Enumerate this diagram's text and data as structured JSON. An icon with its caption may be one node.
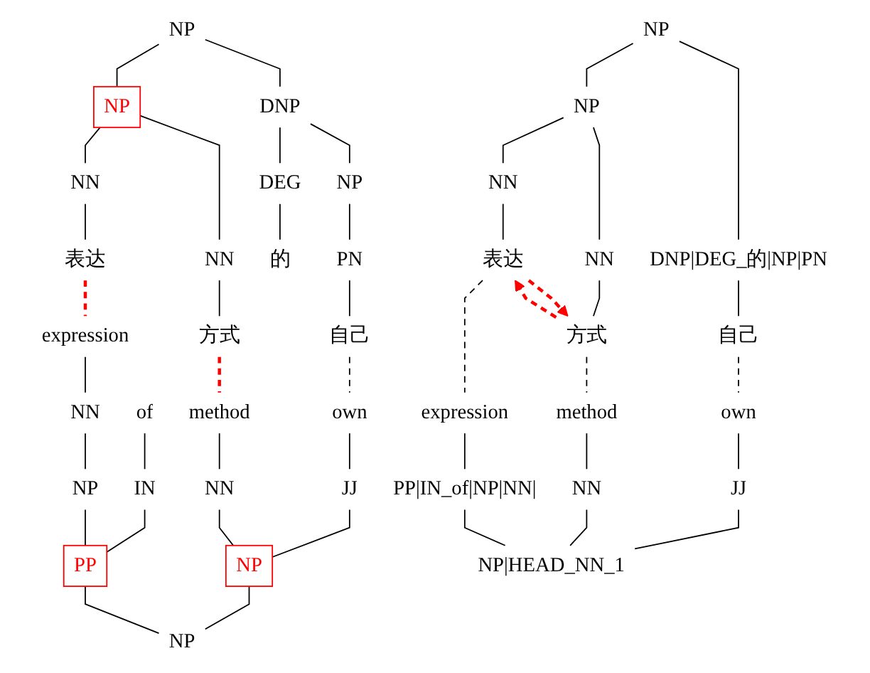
{
  "diagram": {
    "nodes": [
      {
        "text": [
          "NP"
        ]
      },
      {
        "text": [
          "DNP"
        ]
      },
      {
        "text": [
          "NP"
        ]
      },
      {
        "text": [
          "NP"
        ]
      },
      {
        "text": [
          "DEG"
        ]
      },
      {
        "text": [
          "NN"
        ]
      },
      {
        "text": [
          "NN"
        ]
      },
      {
        "text": [
          "PN"
        ]
      },
      {
        "text": [
          "的"
        ]
      },
      {
        "text": [
          "表达"
        ]
      },
      {
        "text": [
          "方式"
        ]
      },
      {
        "text": [
          "自己"
        ]
      },
      {
        "text": [
          "expression"
        ]
      },
      {
        "text": [
          "own"
        ]
      },
      {
        "text": [
          "method"
        ]
      },
      {
        "text": [
          "of"
        ]
      },
      {
        "text": [
          "NN"
        ]
      },
      {
        "text": [
          "JJ"
        ]
      },
      {
        "text": [
          "NN"
        ]
      },
      {
        "text": [
          "IN"
        ]
      },
      {
        "text": [
          "NP"
        ]
      },
      {
        "text": [
          "NP"
        ]
      },
      {
        "text": [
          "PP"
        ]
      },
      {
        "text": [
          "NP"
        ]
      },
      {
        "text": [
          "NP"
        ]
      },
      {
        "text": [
          "DNP|DEG_的|NP|PN"
        ]
      },
      {
        "text": [
          "NP"
        ]
      },
      {
        "text": [
          "自己"
        ]
      },
      {
        "text": [
          "NN"
        ]
      },
      {
        "text": [
          "NN"
        ]
      },
      {
        "text": [
          "表达"
        ]
      },
      {
        "text": [
          "方式"
        ]
      },
      {
        "text": [
          "own"
        ]
      },
      {
        "text": [
          "method"
        ]
      },
      {
        "text": [
          "expression"
        ]
      },
      {
        "text": [
          "JJ"
        ]
      },
      {
        "text": [
          "NN"
        ]
      },
      {
        "text": [
          "PP|IN_of|NP|NN|"
        ]
      },
      {
        "text": [
          "NP|HEAD_NN_1"
        ]
      }
    ],
    "edges": [
      {
        "from": 0,
        "to": 1,
        "arrow": "none"
      },
      {
        "from": 0,
        "to": 2,
        "arrow": "none"
      },
      {
        "from": 1,
        "to": 3,
        "arrow": "none"
      },
      {
        "from": 1,
        "to": 4,
        "arrow": "none"
      },
      {
        "from": 2,
        "to": 5,
        "arrow": "none"
      },
      {
        "from": 2,
        "to": 6,
        "arrow": "none"
      },
      {
        "from": 3,
        "to": 7,
        "arrow": "none"
      },
      {
        "from": 4,
        "to": 8,
        "arrow": "none"
      },
      {
        "from": 5,
        "to": 9,
        "arrow": "none"
      },
      {
        "from": 6,
        "to": 10,
        "arrow": "none"
      },
      {
        "from": 7,
        "to": 11,
        "arrow": "none"
      },
      {
        "from": 11,
        "to": 13,
        "arrow": "none",
        "style": "dashed"
      },
      {
        "from": 10,
        "to": 14,
        "arrow": "none",
        "style": "dashed",
        "color": "#ff0000"
      },
      {
        "from": 9,
        "to": 12,
        "arrow": "none",
        "style": "dashed",
        "color": "#ff0000"
      },
      {
        "from": 12,
        "to": 16,
        "arrow": "none"
      },
      {
        "from": 13,
        "to": 17,
        "arrow": "none"
      },
      {
        "from": 14,
        "to": 18,
        "arrow": "none"
      },
      {
        "from": 15,
        "to": 19,
        "arrow": "none"
      },
      {
        "from": 16,
        "to": 20,
        "arrow": "none"
      },
      {
        "from": 17,
        "to": 21,
        "arrow": "none"
      },
      {
        "from": 18,
        "to": 21,
        "arrow": "none"
      },
      {
        "from": 19,
        "to": 22,
        "arrow": "none"
      },
      {
        "from": 20,
        "to": 22,
        "arrow": "none"
      },
      {
        "from": 21,
        "to": 23,
        "arrow": "none"
      },
      {
        "from": 22,
        "to": 23,
        "arrow": "none"
      },
      {
        "from": 24,
        "to": 25,
        "arrow": "none"
      },
      {
        "from": 24,
        "to": 26,
        "arrow": "none"
      },
      {
        "from": 25,
        "to": 27,
        "arrow": "none"
      },
      {
        "from": 26,
        "to": 28,
        "arrow": "none"
      },
      {
        "from": 26,
        "to": 29,
        "arrow": "none"
      },
      {
        "from": 28,
        "to": 30,
        "arrow": "none"
      },
      {
        "from": 29,
        "to": 31,
        "arrow": "none"
      },
      {
        "from": 27,
        "to": 32,
        "arrow": "none",
        "style": "dashed"
      },
      {
        "from": 31,
        "to": 33,
        "arrow": "none",
        "style": "dashed"
      },
      {
        "from": 30,
        "to": 34,
        "arrow": "none",
        "style": "dashed"
      },
      {
        "from": 30,
        "to": 31,
        "arrow": "to",
        "style": "dashed",
        "color": "#ff0000"
      },
      {
        "from": 31,
        "to": 30,
        "arrow": "to",
        "style": "dashed",
        "color": "#ff0000"
      },
      {
        "from": 32,
        "to": 35,
        "arrow": "none"
      },
      {
        "from": 33,
        "to": 36,
        "arrow": "none"
      },
      {
        "from": 34,
        "to": 37,
        "arrow": "none"
      },
      {
        "from": 35,
        "to": 38,
        "arrow": "none"
      },
      {
        "from": 36,
        "to": 38,
        "arrow": "none"
      },
      {
        "from": 37,
        "to": 38,
        "arrow": "none"
      }
    ]
  }
}
